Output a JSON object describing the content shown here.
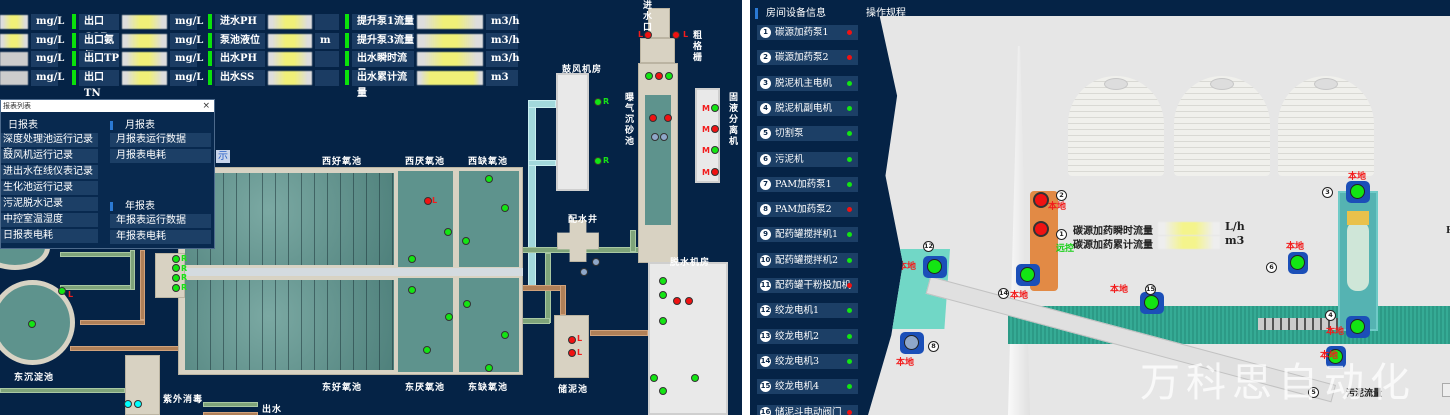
{
  "left_panel": {
    "metrics_col1": [
      {
        "unit": "mg/L"
      },
      {
        "unit": "mg/L"
      },
      {
        "unit": "mg/L"
      },
      {
        "unit": "mg/L"
      }
    ],
    "metrics_col2": [
      {
        "label": "出口COD",
        "unit": "mg/L"
      },
      {
        "label": "出口氨氮",
        "unit": "mg/L"
      },
      {
        "label": "出口TP",
        "unit": "mg/L"
      },
      {
        "label": "出口TN",
        "unit": "mg/L"
      }
    ],
    "metrics_col3": [
      {
        "label": "进水PH",
        "unit": ""
      },
      {
        "label": "泵池液位",
        "unit": "m"
      },
      {
        "label": "出水PH",
        "unit": ""
      },
      {
        "label": "出水SS",
        "unit": ""
      }
    ],
    "metrics_col4": [
      {
        "label": "提升泵1流量",
        "unit": "m3/h"
      },
      {
        "label": "提升泵3流量",
        "unit": "m3/h"
      },
      {
        "label": "出水瞬时流量",
        "unit": "m3/h"
      },
      {
        "label": "出水累计流量",
        "unit": "m3"
      }
    ],
    "report_popup": {
      "title": "报表列表",
      "close": "×",
      "daily_heading": "日报表",
      "daily_items": [
        "深度处理池运行记录表",
        "鼓风机运行记录",
        "进出水在线仪表记录",
        "生化池运行记录",
        "污泥脱水记录",
        "中控室温湿度",
        "日报表电耗"
      ],
      "monthly_heading": "月报表",
      "monthly_items": [
        "月报表运行数据",
        "月报表电耗"
      ],
      "yearly_heading": "年报表",
      "yearly_items": [
        "年报表运行数据",
        "年报表电耗"
      ]
    },
    "show_tab": "示",
    "areas": {
      "inlet": "进水口",
      "coarse_screen": "粗格栅",
      "blower_room": "鼓风机房",
      "grit_chamber": "曝气沉砂池",
      "separator": "固液分离机",
      "west_aerobic": "西好氧池",
      "west_anoxic": "西厌氧池",
      "west_anaerobic": "西缺氧池",
      "east_aerobic": "东好氧池",
      "east_anoxic": "东厌氧池",
      "east_anaerobic": "东缺氧池",
      "distribution_well": "配水井",
      "dewatering_room": "脱水机房",
      "sludge_tank": "储泥池",
      "east_clarifier": "东沉淀池",
      "uv_disinfection": "紫外消毒",
      "outlet": "出水"
    },
    "tags": {
      "L": "L",
      "R": "R",
      "M": "M"
    }
  },
  "right_panel": {
    "heading": "房间设备信息",
    "procedure_tab": "操作规程",
    "status_colors": {
      "running": "#13e513",
      "stopped": "#f01212"
    },
    "devices": [
      {
        "num": "1",
        "label": "碳源加药泵1",
        "status": "stopped"
      },
      {
        "num": "2",
        "label": "碳源加药泵2",
        "status": "stopped"
      },
      {
        "num": "3",
        "label": "脱泥机主电机",
        "status": "running"
      },
      {
        "num": "4",
        "label": "脱泥机副电机",
        "status": "running"
      },
      {
        "num": "5",
        "label": "切割泵",
        "status": "running"
      },
      {
        "num": "6",
        "label": "污泥机",
        "status": "running"
      },
      {
        "num": "7",
        "label": "PAM加药泵1",
        "status": "running"
      },
      {
        "num": "8",
        "label": "PAM加药泵2",
        "status": "stopped"
      },
      {
        "num": "9",
        "label": "配药罐搅拌机1",
        "status": "running"
      },
      {
        "num": "10",
        "label": "配药罐搅拌机2",
        "status": "running"
      },
      {
        "num": "11",
        "label": "配药罐干粉投加机",
        "status": "stopped"
      },
      {
        "num": "12",
        "label": "绞龙电机1",
        "status": "running"
      },
      {
        "num": "13",
        "label": "绞龙电机2",
        "status": "running"
      },
      {
        "num": "14",
        "label": "绞龙电机3",
        "status": "running"
      },
      {
        "num": "15",
        "label": "绞龙电机4",
        "status": "running"
      },
      {
        "num": "16",
        "label": "储泥斗电动阀门",
        "status": "stopped"
      }
    ],
    "scene": {
      "flow_instant_label": "碳源加药瞬时流量",
      "flow_instant_unit": "L/h",
      "flow_total_label": "碳源加药累计流量",
      "flow_total_unit": "m3",
      "local": "本地",
      "remote": "远控",
      "sludge_flow_label": "污泥流量",
      "p_label": "P"
    },
    "watermark": "万科思自动化"
  }
}
